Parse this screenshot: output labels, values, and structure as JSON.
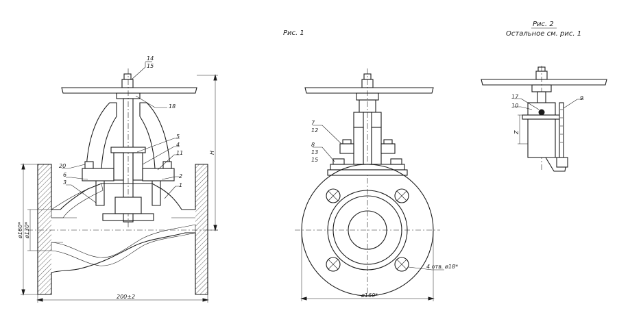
{
  "captions": {
    "fig1": "Рис. 1",
    "fig2": "Рис. 2",
    "fig2_note": "Остальное см. рис. 1"
  },
  "callouts": {
    "n14": "14",
    "n15a": "15",
    "n18": "18",
    "n5": "5",
    "n4": "4",
    "n11": "11",
    "n20": "20",
    "n6": "6",
    "n3": "3",
    "n2": "2",
    "n1": "1",
    "n7": "7",
    "n12": "12",
    "n8": "8",
    "n13": "13",
    "n15b": "15",
    "n17": "17",
    "n10": "10",
    "n9": "9"
  },
  "dimensions": {
    "length": "200±2",
    "height": "H",
    "flange_d1": "ø160*",
    "flange_d2": "ø130*",
    "front_d": "ø160*",
    "holes": "4 отв. ø18*",
    "travel": "Z"
  }
}
